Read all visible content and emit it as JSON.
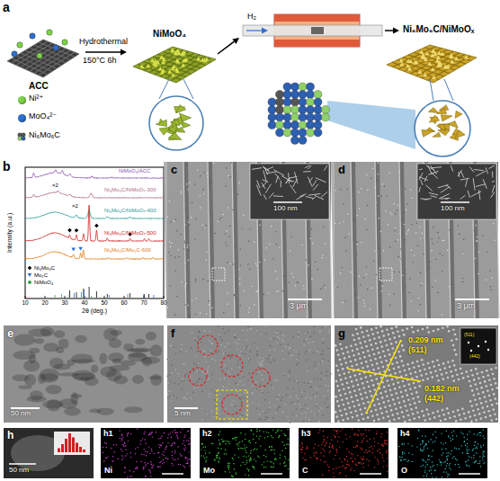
{
  "diagram": {
    "nodes": [
      {
        "text": [
          "c",
          "100 nm",
          "3 μm"
        ]
      },
      {
        "text": [
          "d",
          "100 nm",
          "3 μm"
        ]
      },
      {
        "text": [
          "e",
          "50 nm"
        ]
      },
      {
        "text": [
          "f",
          "5 nm"
        ]
      },
      {
        "text": [
          "g",
          "0.209 nm",
          "(511)",
          "0.182 nm",
          "(442)",
          "(511)",
          "(442)"
        ]
      },
      {
        "text": [
          "h",
          "50 nm"
        ]
      },
      {
        "text": [
          "h1",
          "Ni"
        ]
      },
      {
        "text": [
          "h2",
          "Mo"
        ]
      },
      {
        "text": [
          "h3",
          "C"
        ]
      },
      {
        "text": [
          "h4",
          "O"
        ]
      }
    ],
    "labels": [
      "a",
      "ACC",
      "Hydrothermal",
      "150°C 6h",
      "NiMoO₄",
      "H₂",
      "Ni₆Mo₆C/NiMoOₓ",
      "b",
      "Intensity (a.u.)",
      "2θ (deg.)",
      "10",
      "20",
      "30",
      "40",
      "50",
      "60",
      "70",
      "80",
      "NiMoO₄/ACC",
      "Ni₆Mo₆C/NiMoOₓ-300",
      "Ni₆Mo₆C/NiMoOₓ-400",
      "Ni₆Mo₆C/NiMoOₓ-500",
      "Ni₆Mo₆C/Mo₂C-600",
      "×2",
      "×2"
    ],
    "legend": [
      {
        "text": "Ni²⁺",
        "color": "#7ed348"
      },
      {
        "text": "MoO₄²⁻",
        "color": "#2e6fd0"
      },
      {
        "text": "Ni₆Mo₆C"
      },
      {
        "text": "Ni₆Mo₆C"
      },
      {
        "text": "Mo₂C"
      },
      {
        "text": "NiMoO₄"
      }
    ]
  }
}
